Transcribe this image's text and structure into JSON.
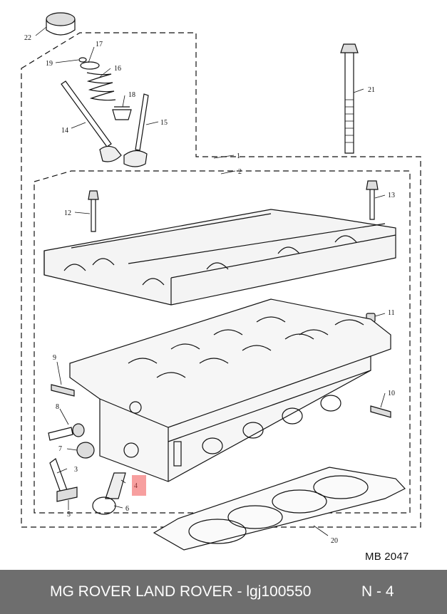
{
  "callouts": {
    "n1": "1",
    "n2": "2",
    "n3": "3",
    "n4": "4",
    "n5": "5",
    "n6": "6",
    "n7": "7",
    "n8": "8",
    "n9": "9",
    "n10": "10",
    "n11": "11",
    "n12": "12",
    "n13": "13",
    "n14": "14",
    "n15": "15",
    "n16": "16",
    "n17": "17",
    "n18": "18",
    "n19": "19",
    "n20": "20",
    "n21": "21",
    "n22": "22"
  },
  "diagram_code": "MB 2047",
  "highlighted_part": "4",
  "highlight_color": "#f05050",
  "footer": {
    "text": "MG ROVER LAND ROVER - lgj100550",
    "page": "N - 4",
    "background": "#6e6e6e"
  }
}
